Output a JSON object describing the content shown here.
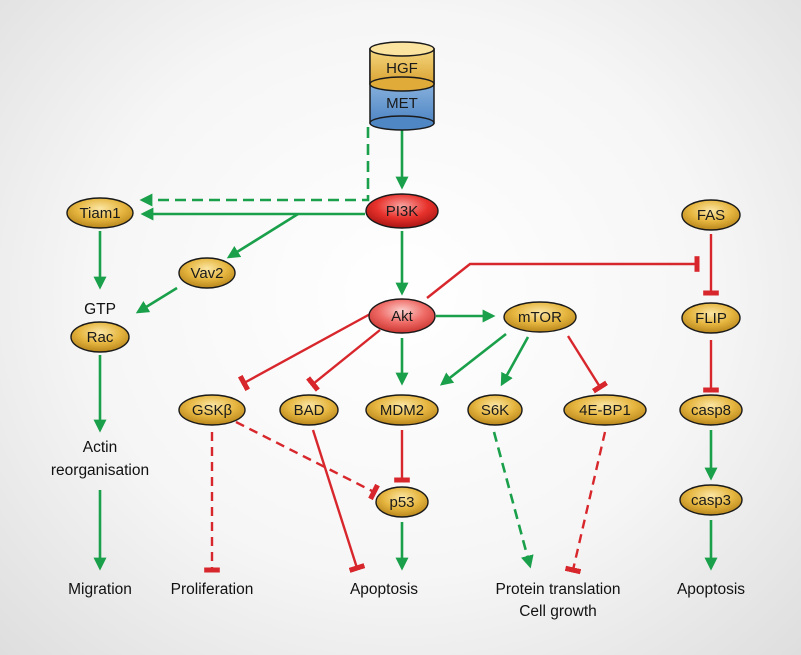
{
  "receptor": {
    "top_label": "HGF",
    "bottom_label": "MET"
  },
  "nodes": {
    "pi3k": "PI3K",
    "tiam1": "Tiam1",
    "vav2": "Vav2",
    "rac": "Rac",
    "akt": "Akt",
    "mtor": "mTOR",
    "fas": "FAS",
    "flip": "FLIP",
    "gsk": "GSKβ",
    "bad": "BAD",
    "mdm2": "MDM2",
    "s6k": "S6K",
    "4ebp1": "4E-BP1",
    "casp8": "casp8",
    "p53": "p53",
    "casp3": "casp3"
  },
  "labels": {
    "gtp": "GTP",
    "actin_line1": "Actin",
    "actin_line2": "reorganisation",
    "migration": "Migration",
    "proliferation": "Proliferation",
    "apoptosis_center": "Apoptosis",
    "protein_translation": "Protein translation",
    "cell_growth": "Cell growth",
    "apoptosis_right": "Apoptosis"
  },
  "colors": {
    "activation": "#1aa04a",
    "inhibition": "#d8272c",
    "node_gold": "#e2b23c",
    "node_red": "#e8322c",
    "receptor_blue": "#5b93cf"
  }
}
